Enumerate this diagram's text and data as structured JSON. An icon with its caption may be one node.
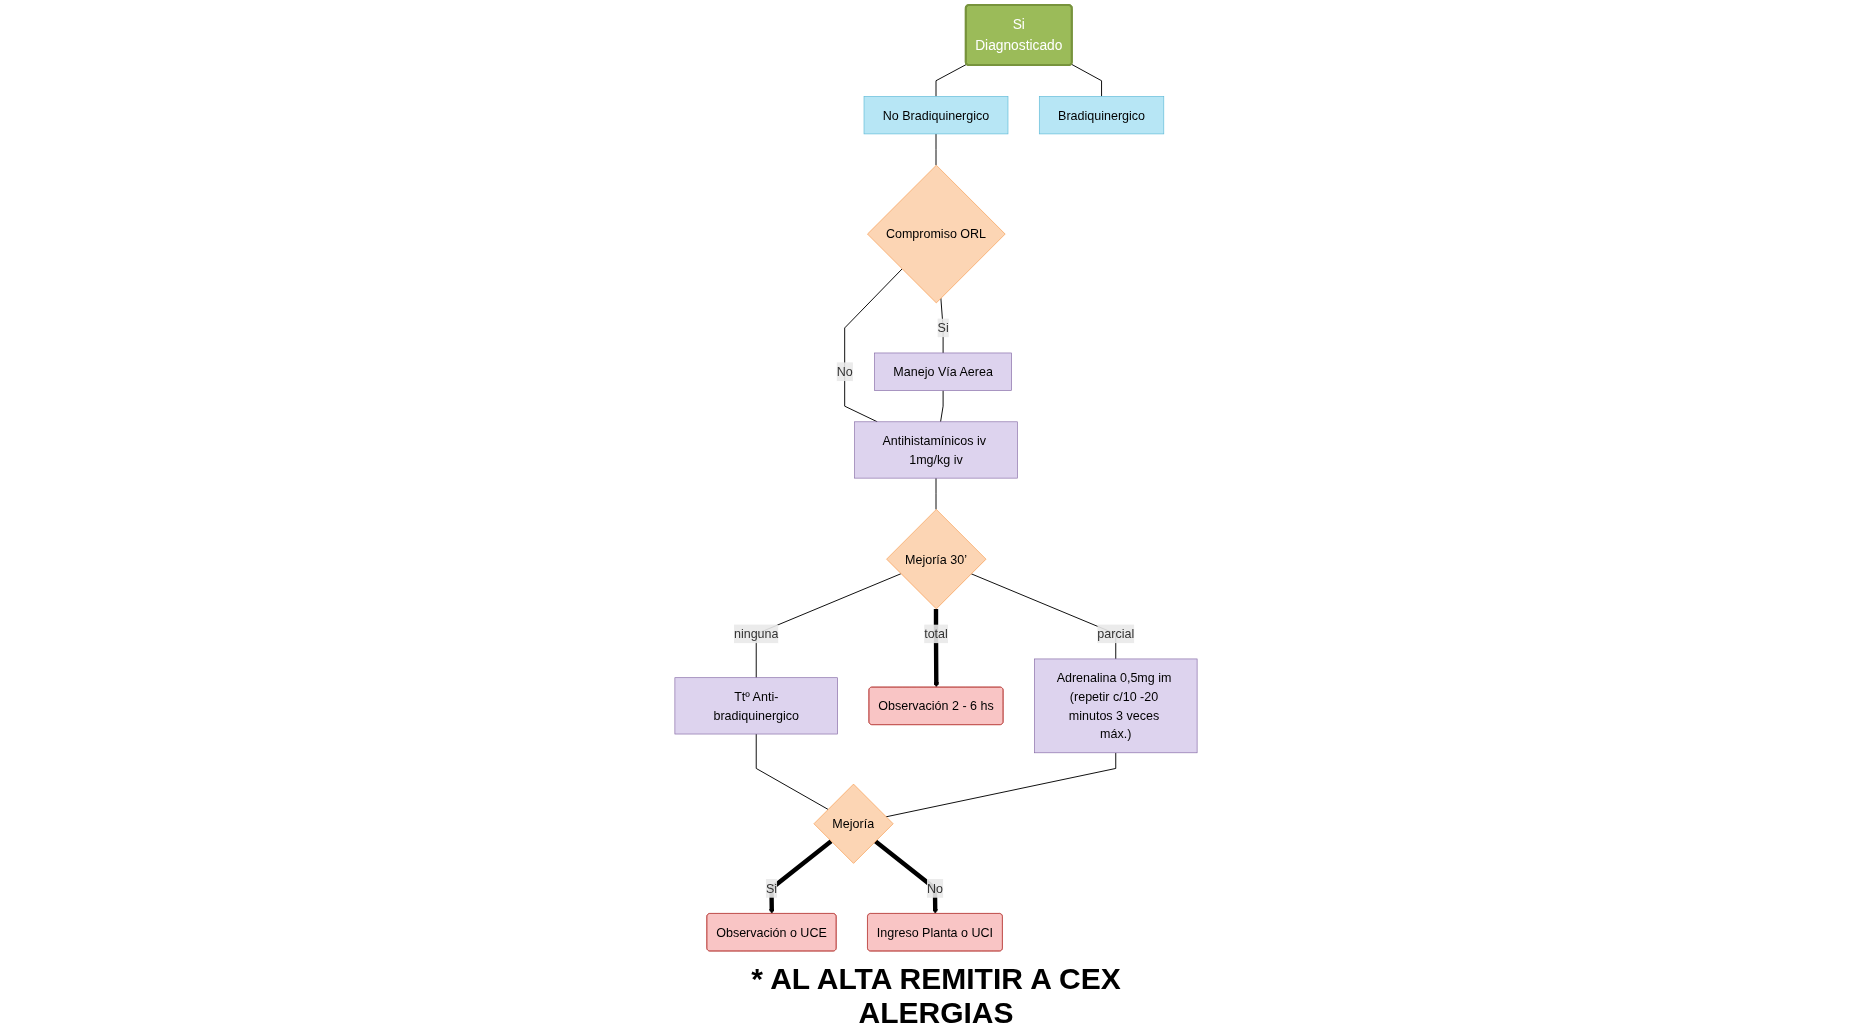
{
  "diagram": {
    "nodes": [
      {
        "text": [
          "Si",
          "Diagnosticado"
        ]
      },
      {
        "text": [
          "No Bradiquinergico"
        ]
      },
      {
        "text": [
          "Bradiquinergico"
        ]
      },
      {
        "text": [
          "Compromiso ORL"
        ]
      },
      {
        "text": [
          "Manejo Vía Aerea"
        ]
      },
      {
        "text": [
          "Antihistamínicos iv 1mg/kg iv"
        ]
      },
      {
        "text": [
          "Mejoría 30’"
        ]
      },
      {
        "text": [
          "Ttº Anti-bradiquinergico"
        ]
      },
      {
        "text": [
          "Observación 2 - 6 hs"
        ]
      },
      {
        "text": [
          "Adrenalina 0,5mg im (repetir c/10 -20 minutos 3 veces máx.)"
        ]
      },
      {
        "text": [
          "Mejoría"
        ]
      },
      {
        "text": [
          "Observación o UCE"
        ]
      },
      {
        "text": [
          "Ingreso Planta o UCI"
        ]
      }
    ],
    "edges": [
      {
        "from": 0,
        "to": 1,
        "arrow": "none"
      },
      {
        "from": 0,
        "to": 2,
        "arrow": "none"
      },
      {
        "from": 1,
        "to": 3,
        "arrow": "none"
      },
      {
        "from": 3,
        "to": 4,
        "arrow": "none",
        "label": "Si"
      },
      {
        "from": 3,
        "to": 5,
        "arrow": "none",
        "label": "No"
      },
      {
        "from": 4,
        "to": 5,
        "arrow": "none"
      },
      {
        "from": 5,
        "to": 6,
        "arrow": "none"
      },
      {
        "from": 6,
        "to": 8,
        "arrow": "to",
        "label": "total",
        "style": "thick"
      },
      {
        "from": 6,
        "to": 7,
        "arrow": "none",
        "label": "ninguna"
      },
      {
        "from": 6,
        "to": 9,
        "arrow": "none",
        "label": "parcial"
      },
      {
        "from": 7,
        "to": 10,
        "arrow": "none"
      },
      {
        "from": 9,
        "to": 10,
        "arrow": "none"
      },
      {
        "from": 10,
        "to": 11,
        "arrow": "to",
        "label": "Si",
        "style": "thick"
      },
      {
        "from": 10,
        "to": 12,
        "arrow": "to",
        "label": "No",
        "style": "thick"
      }
    ],
    "labels": [
      "* AL ALTA REMITIR A CEX ALERGIAS"
    ]
  }
}
